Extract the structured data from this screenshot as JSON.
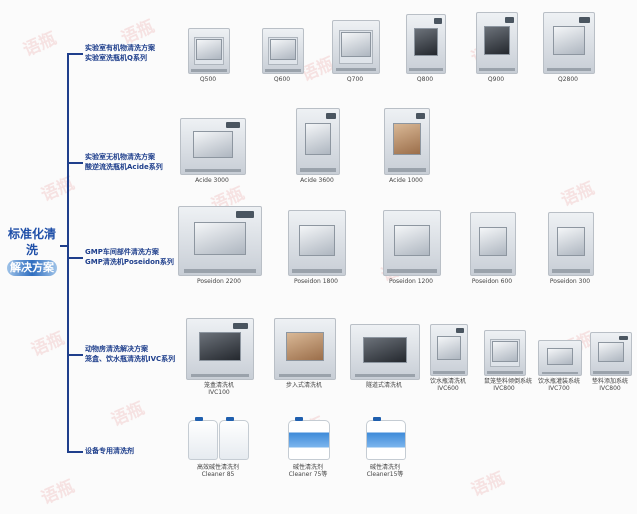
{
  "watermark_text": "语瓶",
  "root": {
    "line1": "标准化清洗",
    "line2": "解决方案"
  },
  "branches": [
    {
      "title": "实验室有机物清洗方案",
      "subtitle": "实验室洗瓶机Q系列"
    },
    {
      "title": "实验室无机物清洗方案",
      "subtitle": "酸逆流洗瓶机Acide系列"
    },
    {
      "title": "GMP车间部件清洗方案",
      "subtitle": "GMP清洗机Poseidon系列"
    },
    {
      "title": "动物房清洗解决方案",
      "subtitle": "笼盒、饮水瓶清洗机IVC系列"
    },
    {
      "title": "设备专用清洗剂",
      "subtitle": ""
    }
  ],
  "products": {
    "q": [
      "Q500",
      "Q600",
      "Q700",
      "Q800",
      "Q900",
      "Q2800"
    ],
    "acide": [
      "Acide 3000",
      "Acide 3600",
      "Acide 1000"
    ],
    "poseidon": [
      "Poseidon 2200",
      "Poseidon 1800",
      "Poseidon 1200",
      "Poseidon 600",
      "Poseidon 300"
    ],
    "ivc": [
      {
        "name": "笼盒清洗机",
        "model": "IVC100"
      },
      {
        "name": "步入式清洗机",
        "model": ""
      },
      {
        "name": "隧道式清洗机",
        "model": ""
      },
      {
        "name": "饮水瓶清洗机",
        "model": "IVC600"
      },
      {
        "name": "鼠笼垫料倾倒系统",
        "model": "IVC800"
      },
      {
        "name": "饮水瓶灌装系统",
        "model": "IVC700"
      },
      {
        "name": "垫料添加系统",
        "model": "IVC800"
      }
    ],
    "cleaners": [
      {
        "name": "高效碱性清洗剂",
        "model": "Cleaner 85"
      },
      {
        "name": "碱性清洗剂",
        "model": "Cleaner 75等"
      },
      {
        "name": "碱性清洗剂",
        "model": "Cleaner15等"
      }
    ]
  }
}
